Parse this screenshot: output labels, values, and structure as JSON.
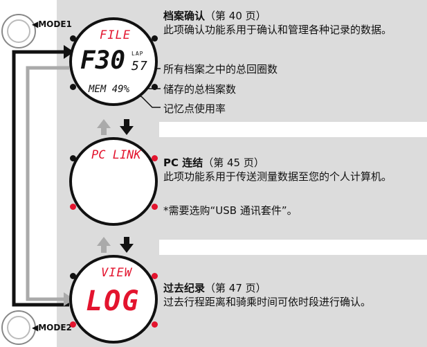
{
  "buttons": {
    "mode1": "MODE1",
    "mode2": "MODE2"
  },
  "screens": {
    "file": {
      "top": "FILE",
      "big": "F30",
      "lap_label": "LAP",
      "lap_value": "57",
      "mem": "MEM 49%"
    },
    "pclink": {
      "top": "PC LINK"
    },
    "view": {
      "top": "VIEW",
      "big": "LOG"
    }
  },
  "callouts": {
    "total_laps": "所有档案之中的总回圈数",
    "total_files": "储存的总档案数",
    "memory_usage": "记忆点使用率"
  },
  "sections": {
    "file": {
      "title": "档案确认",
      "page": "（第 40 页）",
      "desc": "此项确认功能系用于确认和管理各种记录的数据。"
    },
    "pclink": {
      "title": "PC 连结",
      "page": "（第 45 页）",
      "desc": "此项功能系用于传送测量数据至您的个人计算机。",
      "note": "*需要选购“USB 通讯套件”。"
    },
    "log": {
      "title": "过去纪录",
      "page": "（第 47 页）",
      "desc": "过去行程距离和骑乘时间可依时段进行确认。"
    }
  },
  "colors": {
    "accent_red": "#e3142e",
    "panel_gray": "#dcdcdc",
    "arrow_gray": "#aaaaaa",
    "black": "#111111"
  }
}
